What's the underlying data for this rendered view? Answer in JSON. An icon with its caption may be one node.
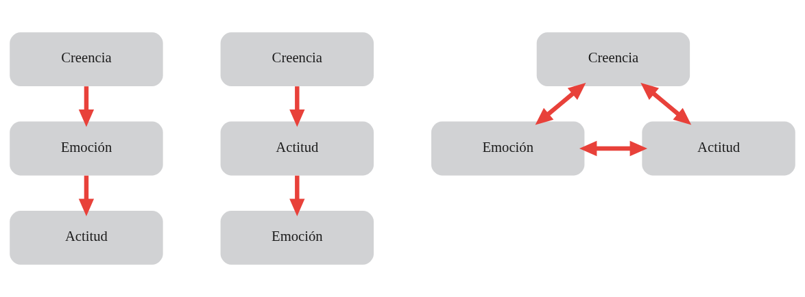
{
  "diagram": {
    "nodes": [
      {
        "text": [
          "Creencia"
        ]
      },
      {
        "text": [
          "Emoción"
        ]
      },
      {
        "text": [
          "Actitud"
        ]
      },
      {
        "text": [
          "Creencia"
        ]
      },
      {
        "text": [
          "Actitud"
        ]
      },
      {
        "text": [
          "Emoción"
        ]
      },
      {
        "text": [
          "Creencia"
        ]
      },
      {
        "text": [
          "Emoción"
        ]
      },
      {
        "text": [
          "Actitud"
        ]
      }
    ],
    "edges": [
      {
        "from": 0,
        "to": 1,
        "arrow": "to"
      },
      {
        "from": 1,
        "to": 2,
        "arrow": "to"
      },
      {
        "from": 3,
        "to": 4,
        "arrow": "to"
      },
      {
        "from": 4,
        "to": 5,
        "arrow": "to"
      },
      {
        "from": 6,
        "to": 7,
        "arrow": "both"
      },
      {
        "from": 6,
        "to": 8,
        "arrow": "both"
      },
      {
        "from": 7,
        "to": 8,
        "arrow": "both"
      }
    ]
  }
}
